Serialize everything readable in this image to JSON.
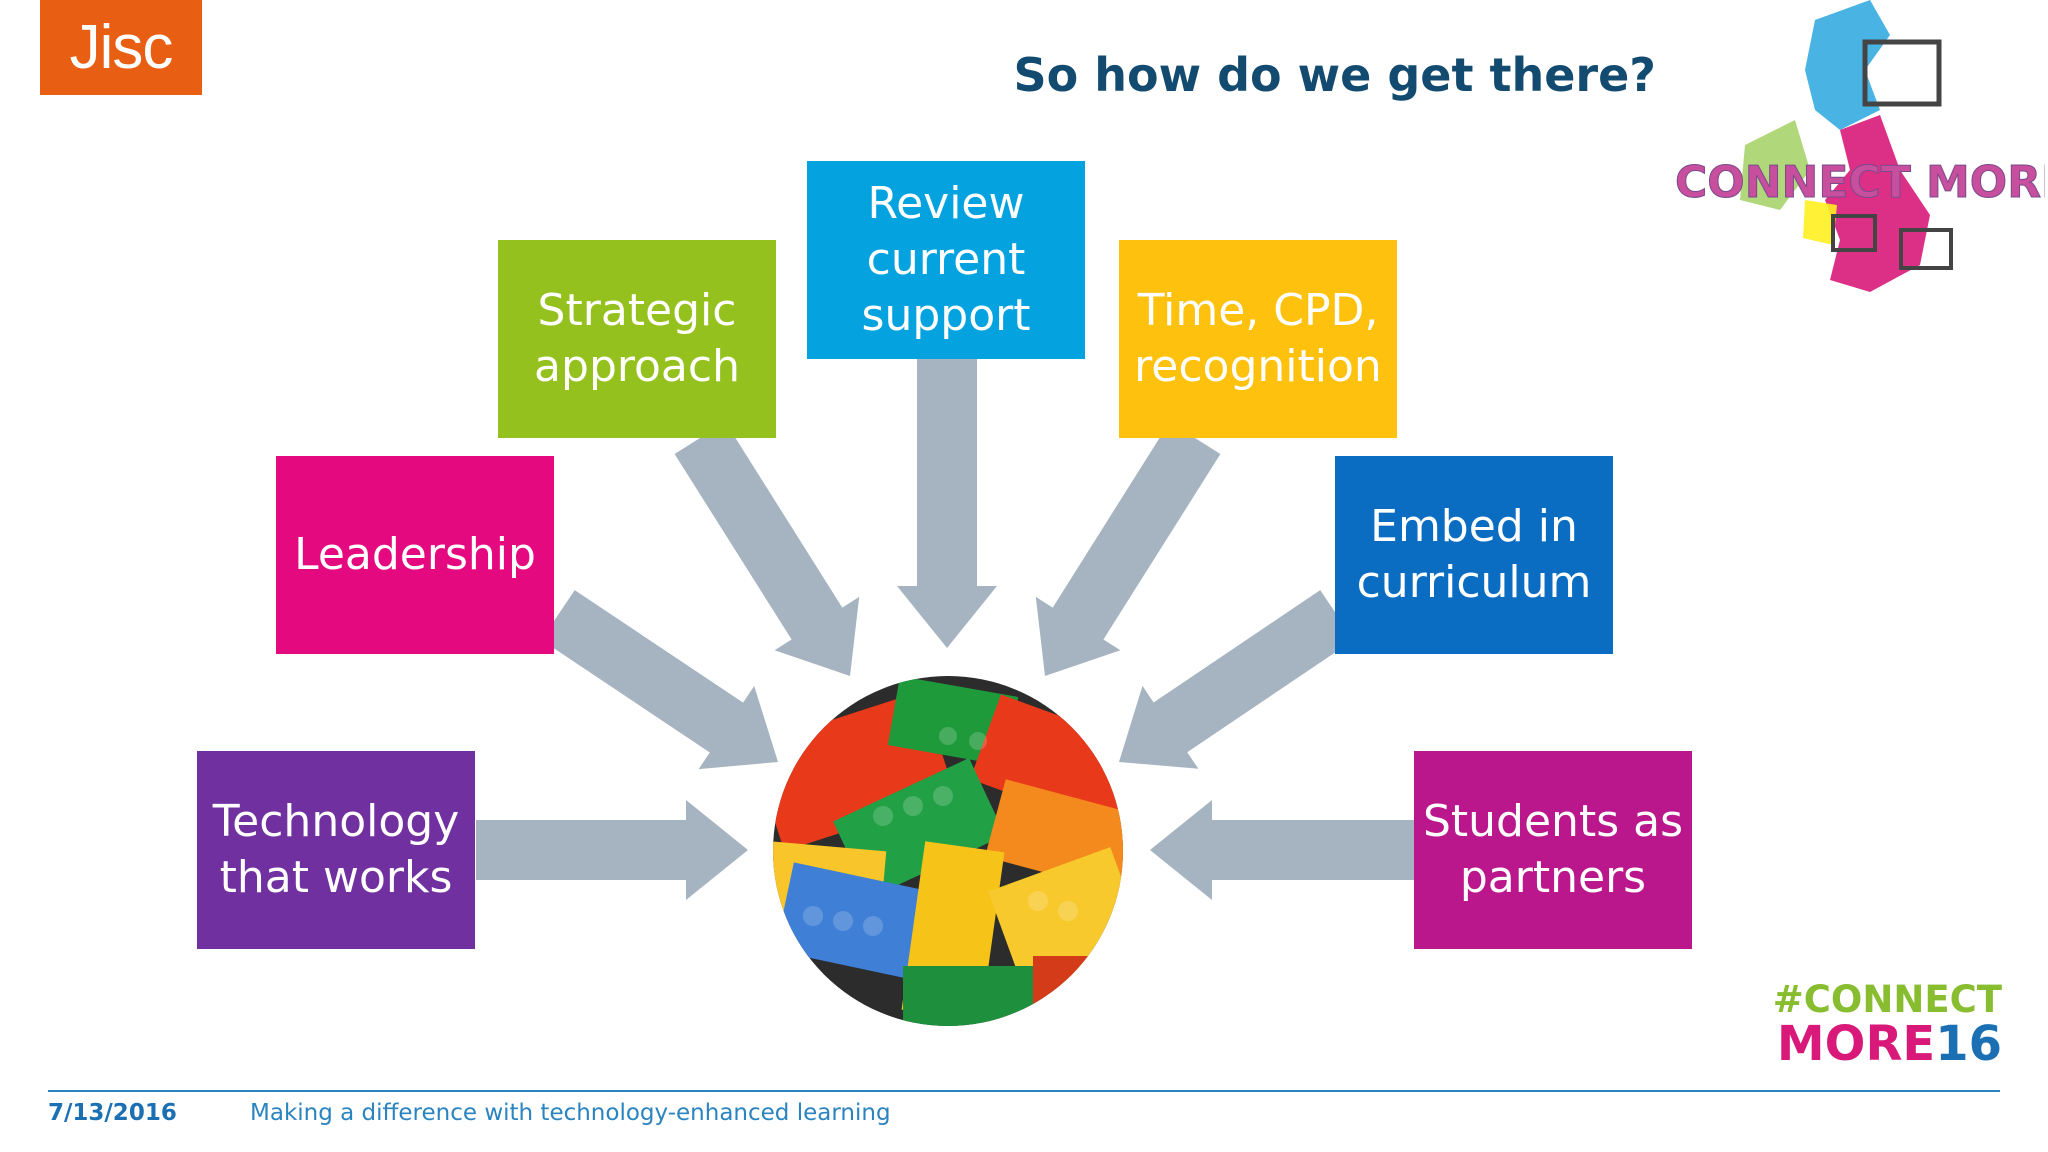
{
  "brand": {
    "logo_text": "Jisc",
    "logo_color": "#e85e13"
  },
  "title": "So how do we get there?",
  "event_logo": {
    "text": "CONNECT MORE",
    "hashtag_line1": "#CONNECT",
    "hashtag_line2": "MORE",
    "hashtag_number": "16"
  },
  "boxes": [
    {
      "label": "Technology\nthat works",
      "color": "#7030a0"
    },
    {
      "label": "Leadership",
      "color": "#e5097f"
    },
    {
      "label": "Strategic\napproach",
      "color": "#95c11f"
    },
    {
      "label": "Review\ncurrent\nsupport",
      "color": "#05a2e0"
    },
    {
      "label": "Time, CPD,\nrecognition",
      "color": "#fec10d"
    },
    {
      "label": "Embed in\ncurriculum",
      "color": "#0b6dc1"
    },
    {
      "label": "Students as\npartners",
      "color": "#b9178b"
    }
  ],
  "arrow_color": "#a5b4c0",
  "footer": {
    "date": "7/13/2016",
    "tagline": "Making a difference with technology-enhanced learning"
  }
}
